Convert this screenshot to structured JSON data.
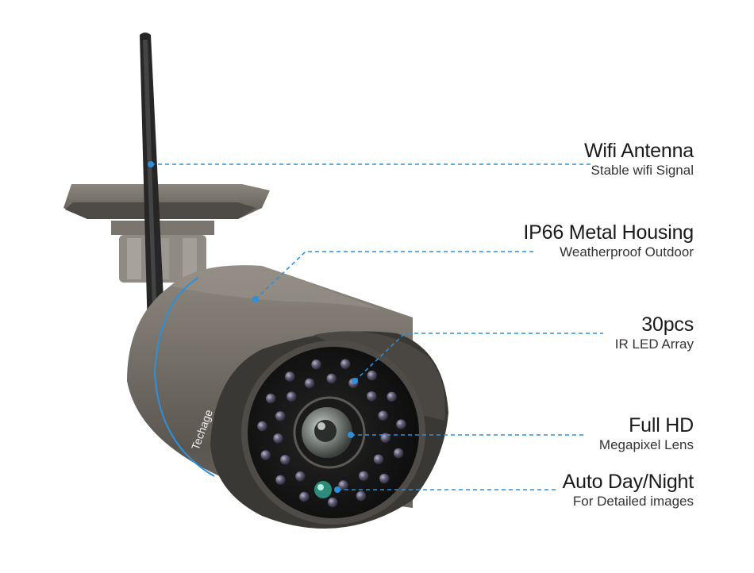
{
  "brand": {
    "logo_text": "Techage"
  },
  "colors": {
    "callout_line": "#2f8fd8",
    "housing": "#6e6a62",
    "background": "#ffffff"
  },
  "callouts": [
    {
      "title": "Wifi Antenna",
      "subtitle": "Stable wifi Signal"
    },
    {
      "title": "IP66 Metal Housing",
      "subtitle": "Weatherproof Outdoor"
    },
    {
      "title": "30pcs",
      "subtitle": "IR LED Array"
    },
    {
      "title": "Full HD",
      "subtitle": "Megapixel Lens"
    },
    {
      "title": "Auto Day/Night",
      "subtitle": "For Detailed images"
    }
  ]
}
